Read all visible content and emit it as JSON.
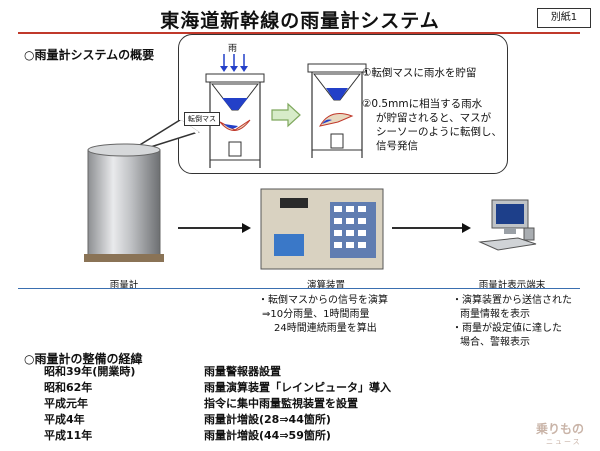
{
  "header": {
    "title": "東海道新幹線の雨量計システム",
    "tag": "別紙1"
  },
  "overview": {
    "heading": "○雨量計システムの概要",
    "rain_label": "雨",
    "bucket_label": "転倒マス",
    "step1": "①転倒マスに雨水を貯留",
    "step2_lines": [
      "②0.5mmに相当する雨水",
      "が貯留されると、マスが",
      "シーソーのように転倒し、",
      "信号発信"
    ]
  },
  "devices": {
    "gauge_caption": "雨量計",
    "processor_caption": "演算装置",
    "terminal_caption": "雨量計表示端末"
  },
  "processor_notes": [
    "・転倒マスからの信号を演算",
    "⇒10分雨量、1時間雨量",
    "24時間連続雨量を算出"
  ],
  "terminal_notes": [
    "・演算装置から送信された",
    "雨量情報を表示",
    "・雨量が設定値に達した",
    "場合、警報表示"
  ],
  "history": {
    "heading": "○雨量計の整備の経緯",
    "rows": [
      {
        "year": "昭和39年(開業時)",
        "event": "雨量警報器設置"
      },
      {
        "year": "昭和62年",
        "event": "雨量演算装置「レインピュータ」導入"
      },
      {
        "year": "平成元年",
        "event": "指令に集中雨量監視装置を設置"
      },
      {
        "year": "平成4年",
        "event": "雨量計増設(28⇒44箇所)"
      },
      {
        "year": "平成11年",
        "event": "雨量計増設(44⇒59箇所)"
      }
    ]
  },
  "watermark": {
    "text": "乗りもの",
    "subtext": "ニュース"
  }
}
